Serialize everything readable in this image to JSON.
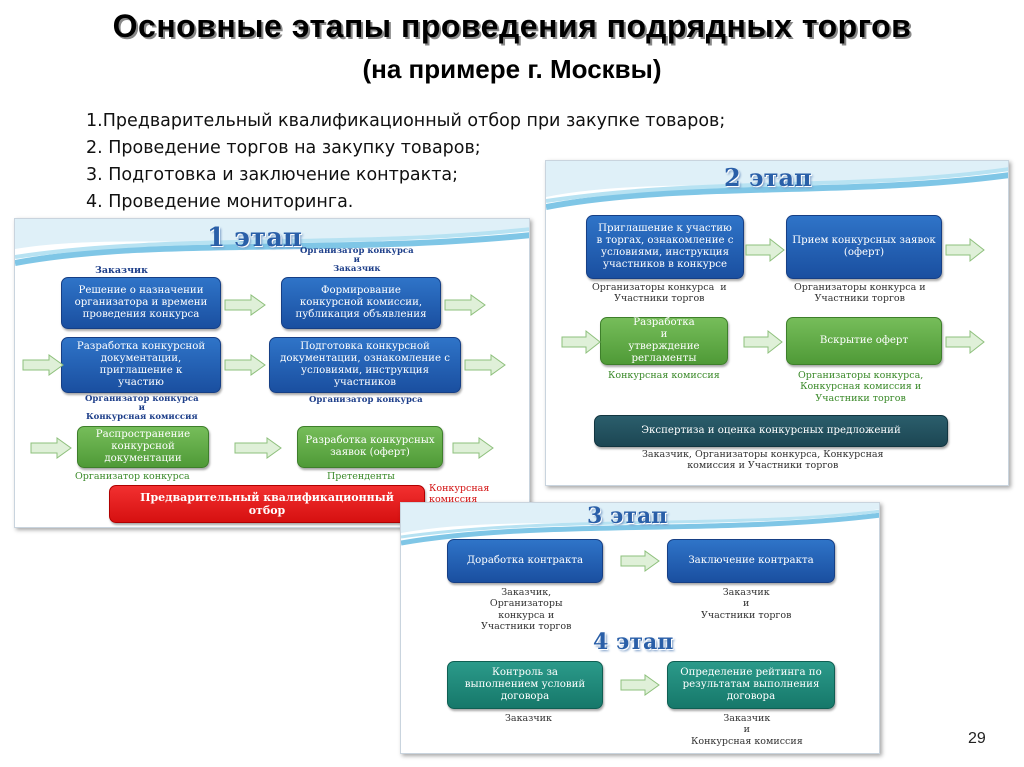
{
  "title": {
    "line1": "Основные этапы проведения подрядных торгов",
    "line2": "(на примере г. Москвы)"
  },
  "list": [
    "1.Предварительный квалификационный отбор при закупке товаров;",
    "2. Проведение торгов на закупку товаров;",
    "3. Подготовка и заключение контракта;",
    "4. Проведение мониторинга."
  ],
  "stage1": {
    "title": "1 этап",
    "label_customer": "Заказчик",
    "label_org_customer": "Организатор конкурса\nи\nЗаказчик",
    "box_decision": "Решение о назначении\nорганизатора и времени\nпроведения конкурса",
    "box_formation": "Формирование\nконкурсной комиссии,\nпубликация объявления",
    "box_documentation": "Разработка конкурсной\nдокументации,\nприглашение к\nучастию",
    "box_preparation": "Подготовка конкурсной\nдокументации, ознакомление с\nусловиями, инструкция\nучастников",
    "label_org_commission": "Организатор конкурса\nи\nКонкурсная комиссия",
    "label_org_left": "Организатор конкурса",
    "box_distribution": "Распространение\nконкурсной\nдокументации",
    "box_bids": "Разработка конкурсных\nзаявок (оферт)",
    "label_organizer": "Организатор конкурса",
    "label_applicants": "Претенденты",
    "box_prequal": "Предварительный квалификационный\nотбор",
    "label_commission_applicants": "Конкурсная\nкомиссия\nи Претенденты"
  },
  "stage2": {
    "title": "2 этап",
    "box_invitation": "Приглашение к участию\nв торгах, ознакомление с\nусловиями, инструкция\nучастников в конкурсе",
    "box_reception": "Прием конкурсных заявок\n(оферт)",
    "label_org_participants1": "Организаторы конкурса  и\nУчастники торгов",
    "label_org_participants2": "Организаторы конкурса и\nУчастники торгов",
    "box_regulations": "Разработка\nи\nутверждение\nрегламенты",
    "box_opening": "Вскрытие оферт",
    "label_commission": "Конкурсная комиссия",
    "label_org_commission_participants": "Организаторы конкурса,\nКонкурсная комиссия и\nУчастники торгов",
    "box_expertise": "Экспертиза и оценка конкурсных предложений",
    "label_all": "Заказчик, Организаторы конкурса, Конкурсная\nкомиссия и Участники торгов"
  },
  "stage3": {
    "title": "3 этап",
    "box_refine": "Доработка контракта",
    "box_conclude": "Заключение контракта",
    "label_refine": "Заказчик,\nОрганизаторы\nконкурса и\nУчастники торгов",
    "label_conclude": "Заказчик\nи\nУчастники торгов"
  },
  "stage4": {
    "title": "4 этап",
    "box_control": "Контроль за\nвыполнением условий\nдоговора",
    "box_rating": "Определение рейтинга по\nрезультатам выполнения\nдоговора",
    "label_control": "Заказчик",
    "label_rating": "Заказчик\nи\nКонкурсная комиссия"
  },
  "page_number": "29",
  "colors": {
    "box_blue": "#1f5fb5",
    "box_green": "#5ea646",
    "box_teal": "#1d8a7a",
    "box_red": "#e21f1f",
    "label_blue": "#1e3f8a",
    "label_green": "#3b8a2a",
    "label_red": "#d41414"
  }
}
